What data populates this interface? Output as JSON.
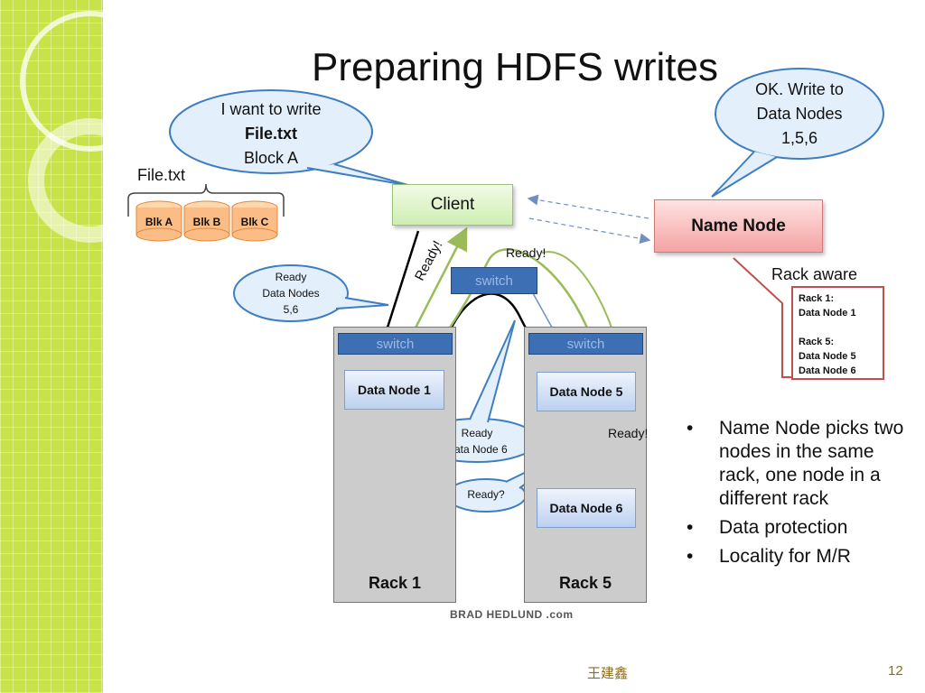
{
  "title": "Preparing HDFS writes",
  "client_bubble": {
    "line1": "I want to write",
    "line2": "File.txt",
    "line3": "Block A"
  },
  "namenode_bubble": {
    "line1": "OK. Write to",
    "line2": "Data Nodes",
    "line3": "1,5,6"
  },
  "file_label": "File.txt",
  "blocks": [
    "Blk A",
    "Blk B",
    "Blk C"
  ],
  "client_label": "Client",
  "namenode_label": "Name Node",
  "rack_aware_label": "Rack aware",
  "rack_info": [
    "Rack 1:",
    "Data Node 1",
    "",
    "Rack 5:",
    "Data Node 5",
    "Data Node 6"
  ],
  "switch_label": "switch",
  "data_nodes": {
    "dn1": "Data Node 1",
    "dn5": "Data Node 5",
    "dn6": "Data Node 6"
  },
  "racks": {
    "rack1": "Rack 1",
    "rack5": "Rack 5"
  },
  "ready_bubble_1": {
    "line1": "Ready",
    "line2": "Data Nodes",
    "line3": "5,6"
  },
  "ready_bubble_2": {
    "line1": "Ready",
    "line2": "Data Node 6"
  },
  "ready_q": "Ready?",
  "ready_labels": {
    "a": "Ready!",
    "b": "Ready!",
    "c": "Ready!"
  },
  "bullets": [
    "Name Node picks two nodes in the same rack, one node in a different rack",
    "Data protection",
    "Locality for M/R"
  ],
  "credit": "BRAD HEDLUND .com",
  "footer_author": "王建鑫",
  "page_number": "12"
}
